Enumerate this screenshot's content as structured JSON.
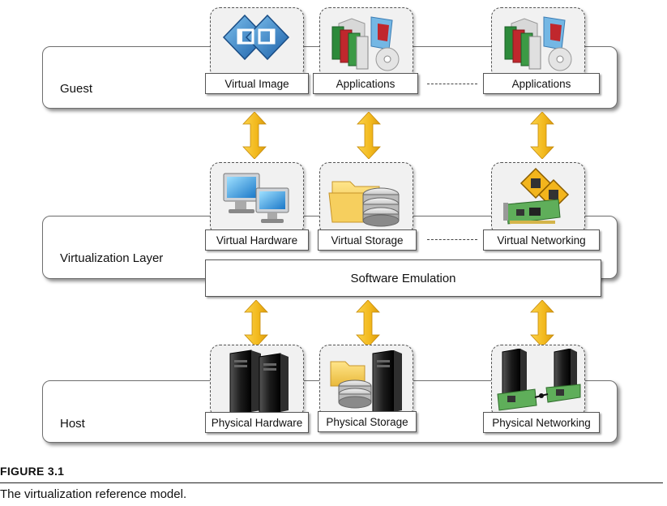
{
  "layers": {
    "guest": "Guest",
    "virtualization": "Virtualization Layer",
    "host": "Host"
  },
  "guest_boxes": {
    "virtual_image": "Virtual Image",
    "applications_1": "Applications",
    "applications_2": "Applications"
  },
  "virt_boxes": {
    "virtual_hardware": "Virtual Hardware",
    "virtual_storage": "Virtual Storage",
    "virtual_networking": "Virtual Networking"
  },
  "software_emulation": "Software Emulation",
  "host_boxes": {
    "physical_hardware": "Physical Hardware",
    "physical_storage": "Physical Storage",
    "physical_networking": "Physical Networking"
  },
  "figure": {
    "title": "FIGURE 3.1",
    "caption": "The virtualization reference model."
  },
  "colors": {
    "arrow": "#f2b81c",
    "layer_border": "#6f6f6f",
    "icon_box_bg": "#f1f1f1"
  },
  "icons": [
    "virtual-image-icon",
    "applications-icon",
    "monitors-icon",
    "folder-disks-icon",
    "network-card-icon",
    "server-tower-icon",
    "storage-server-icon",
    "network-servers-icon"
  ]
}
